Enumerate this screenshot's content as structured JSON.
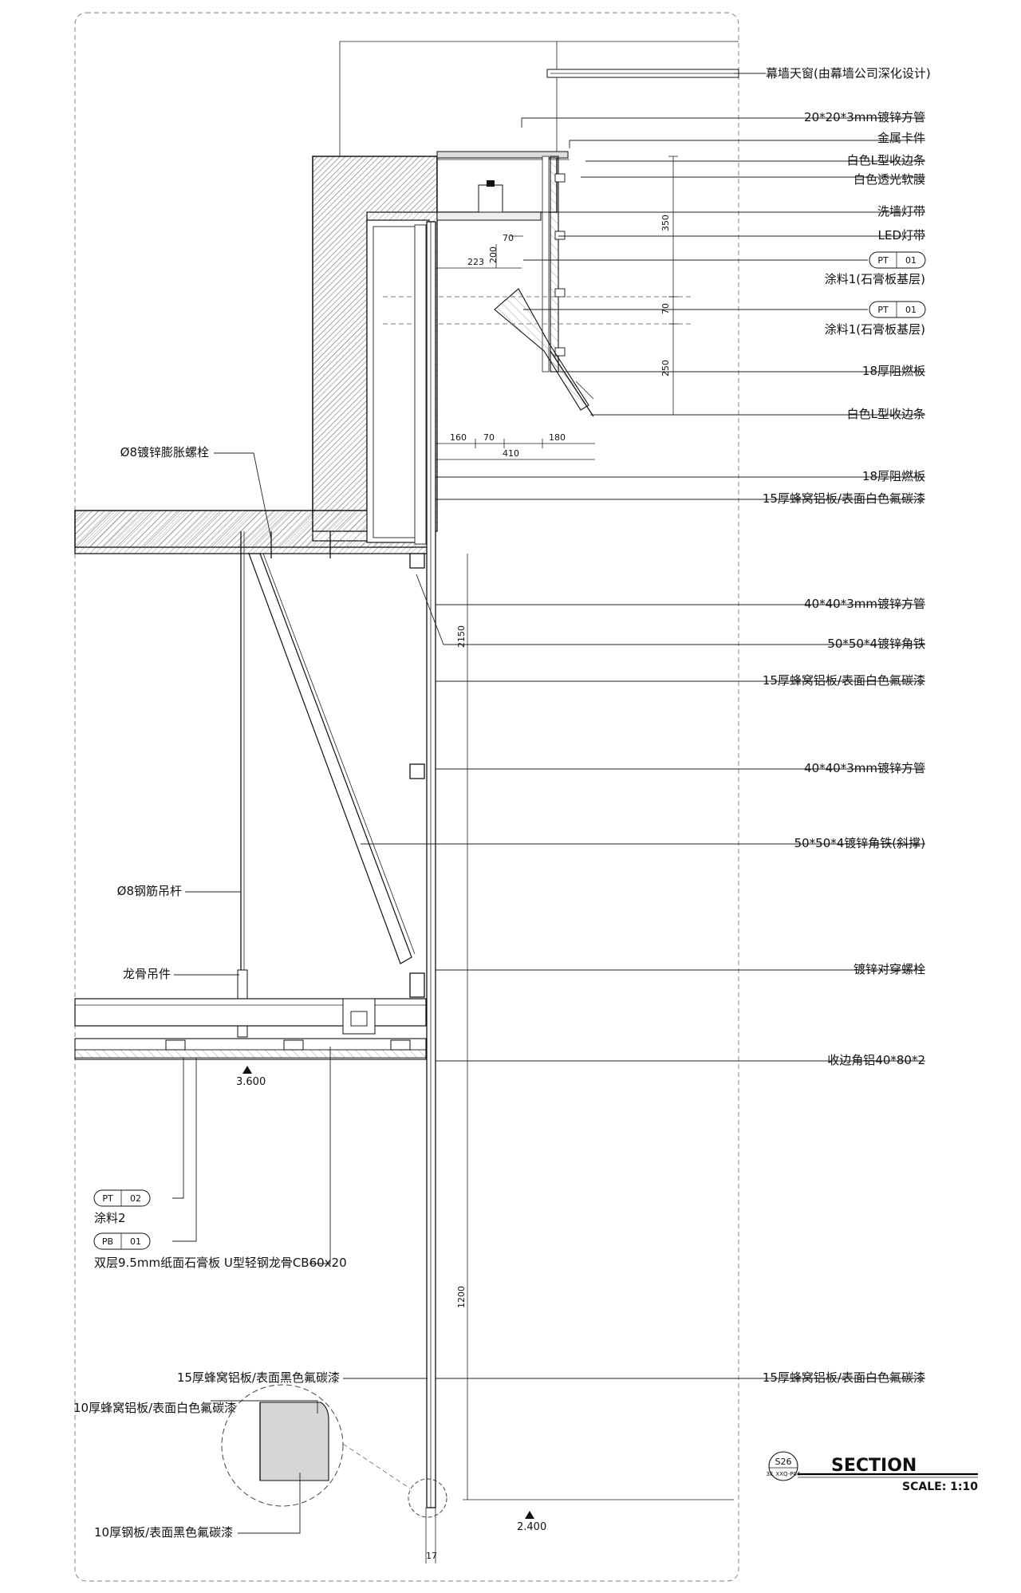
{
  "labels": {
    "l01": "幕墙天窗(由幕墙公司深化设计)",
    "l02": "20*20*3mm镀锌方管",
    "l03": "金属卡件",
    "l04": "白色L型收边条",
    "l05": "白色透光软膜",
    "l06": "洗墙灯带",
    "l07": "LED灯带",
    "l08": "涂料1(石膏板基层)",
    "l09": "涂料1(石膏板基层)",
    "l10": "18厚阻燃板",
    "l11": "白色L型收边条",
    "l12": "18厚阻燃板",
    "l13": "15厚蜂窝铝板/表面白色氟碳漆",
    "l14": "40*40*3mm镀锌方管",
    "l15": "50*50*4镀锌角铁",
    "l16": "15厚蜂窝铝板/表面白色氟碳漆",
    "l17": "40*40*3mm镀锌方管",
    "l18": "50*50*4镀锌角铁(斜撑)",
    "l19": "镀锌对穿螺栓",
    "l20": "收边角铝40*80*2",
    "l21": "15厚蜂窝铝板/表面白色氟碳漆",
    "left_anchor_bolt": "Ø8镀锌膨胀螺栓",
    "left_hanger_rod": "Ø8钢筋吊杆",
    "left_keel_hanger": "龙骨吊件",
    "left_paint2": "涂料2",
    "left_gypsum": "双层9.5mm纸面石膏板 U型轻钢龙骨CB60x20",
    "left_black_panel": "15厚蜂窝铝板/表面黑色氟碳漆",
    "detail_white_panel": "10厚蜂窝铝板/表面白色氟碳漆",
    "detail_steel_panel": "10厚钢板/表面黑色氟碳漆"
  },
  "tags": {
    "pt01a": {
      "code": "PT",
      "num": "01"
    },
    "pt01b": {
      "code": "PT",
      "num": "01"
    },
    "pt02": {
      "code": "PT",
      "num": "02"
    },
    "pb01": {
      "code": "PB",
      "num": "01"
    }
  },
  "dimensions": {
    "d350": "350",
    "d70v": "70",
    "d250": "250",
    "d70h": "70",
    "d200": "200",
    "d223": "223",
    "d160": "160",
    "d70b": "70",
    "d180": "180",
    "d410": "410",
    "d2150": "2150",
    "d1200": "1200",
    "d17": "17"
  },
  "levels": {
    "ceiling": "3.600",
    "floor": "2.400"
  },
  "title_block": {
    "sheet": "S26",
    "sheet_ref": "3F. XXQ-P04",
    "title": "SECTION",
    "scale": "SCALE: 1:10"
  }
}
